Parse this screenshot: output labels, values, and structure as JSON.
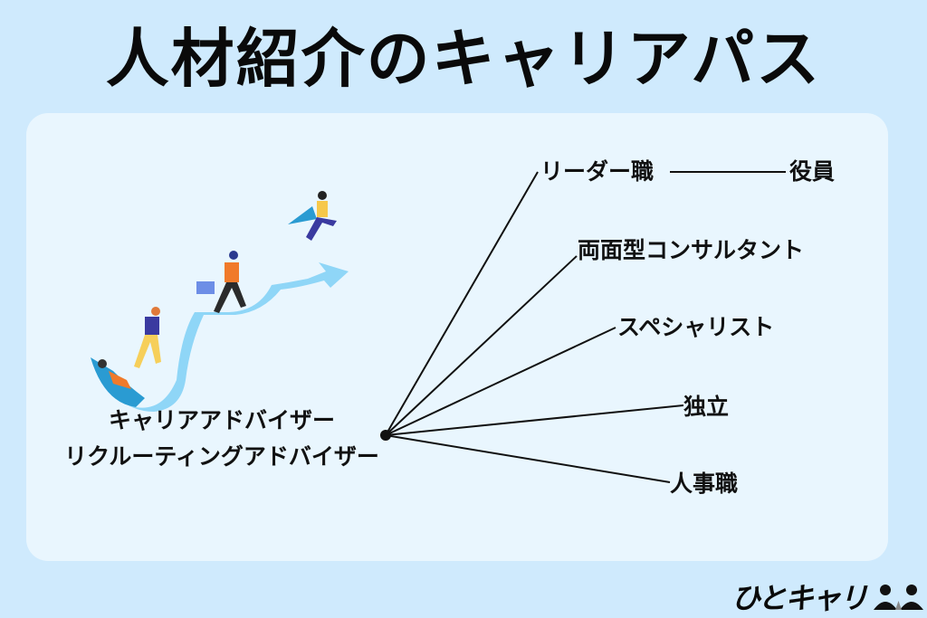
{
  "title": "人材紹介のキャリアパス",
  "origin": {
    "line1": "キャリアアドバイザー",
    "line2": "リクルーティングアドバイザー"
  },
  "branches": [
    {
      "label": "リーダー職",
      "next": "役員"
    },
    {
      "label": "両面型コンサルタント"
    },
    {
      "label": "スペシャリスト"
    },
    {
      "label": "独立"
    },
    {
      "label": "人事職"
    }
  ],
  "illustration": "people-climbing-career-arrow",
  "logo": {
    "text": "ひとキャリ",
    "icon": "people-icon"
  },
  "colors": {
    "background": "#cfeafd",
    "panel": "#e9f6fe",
    "line": "#111111"
  }
}
